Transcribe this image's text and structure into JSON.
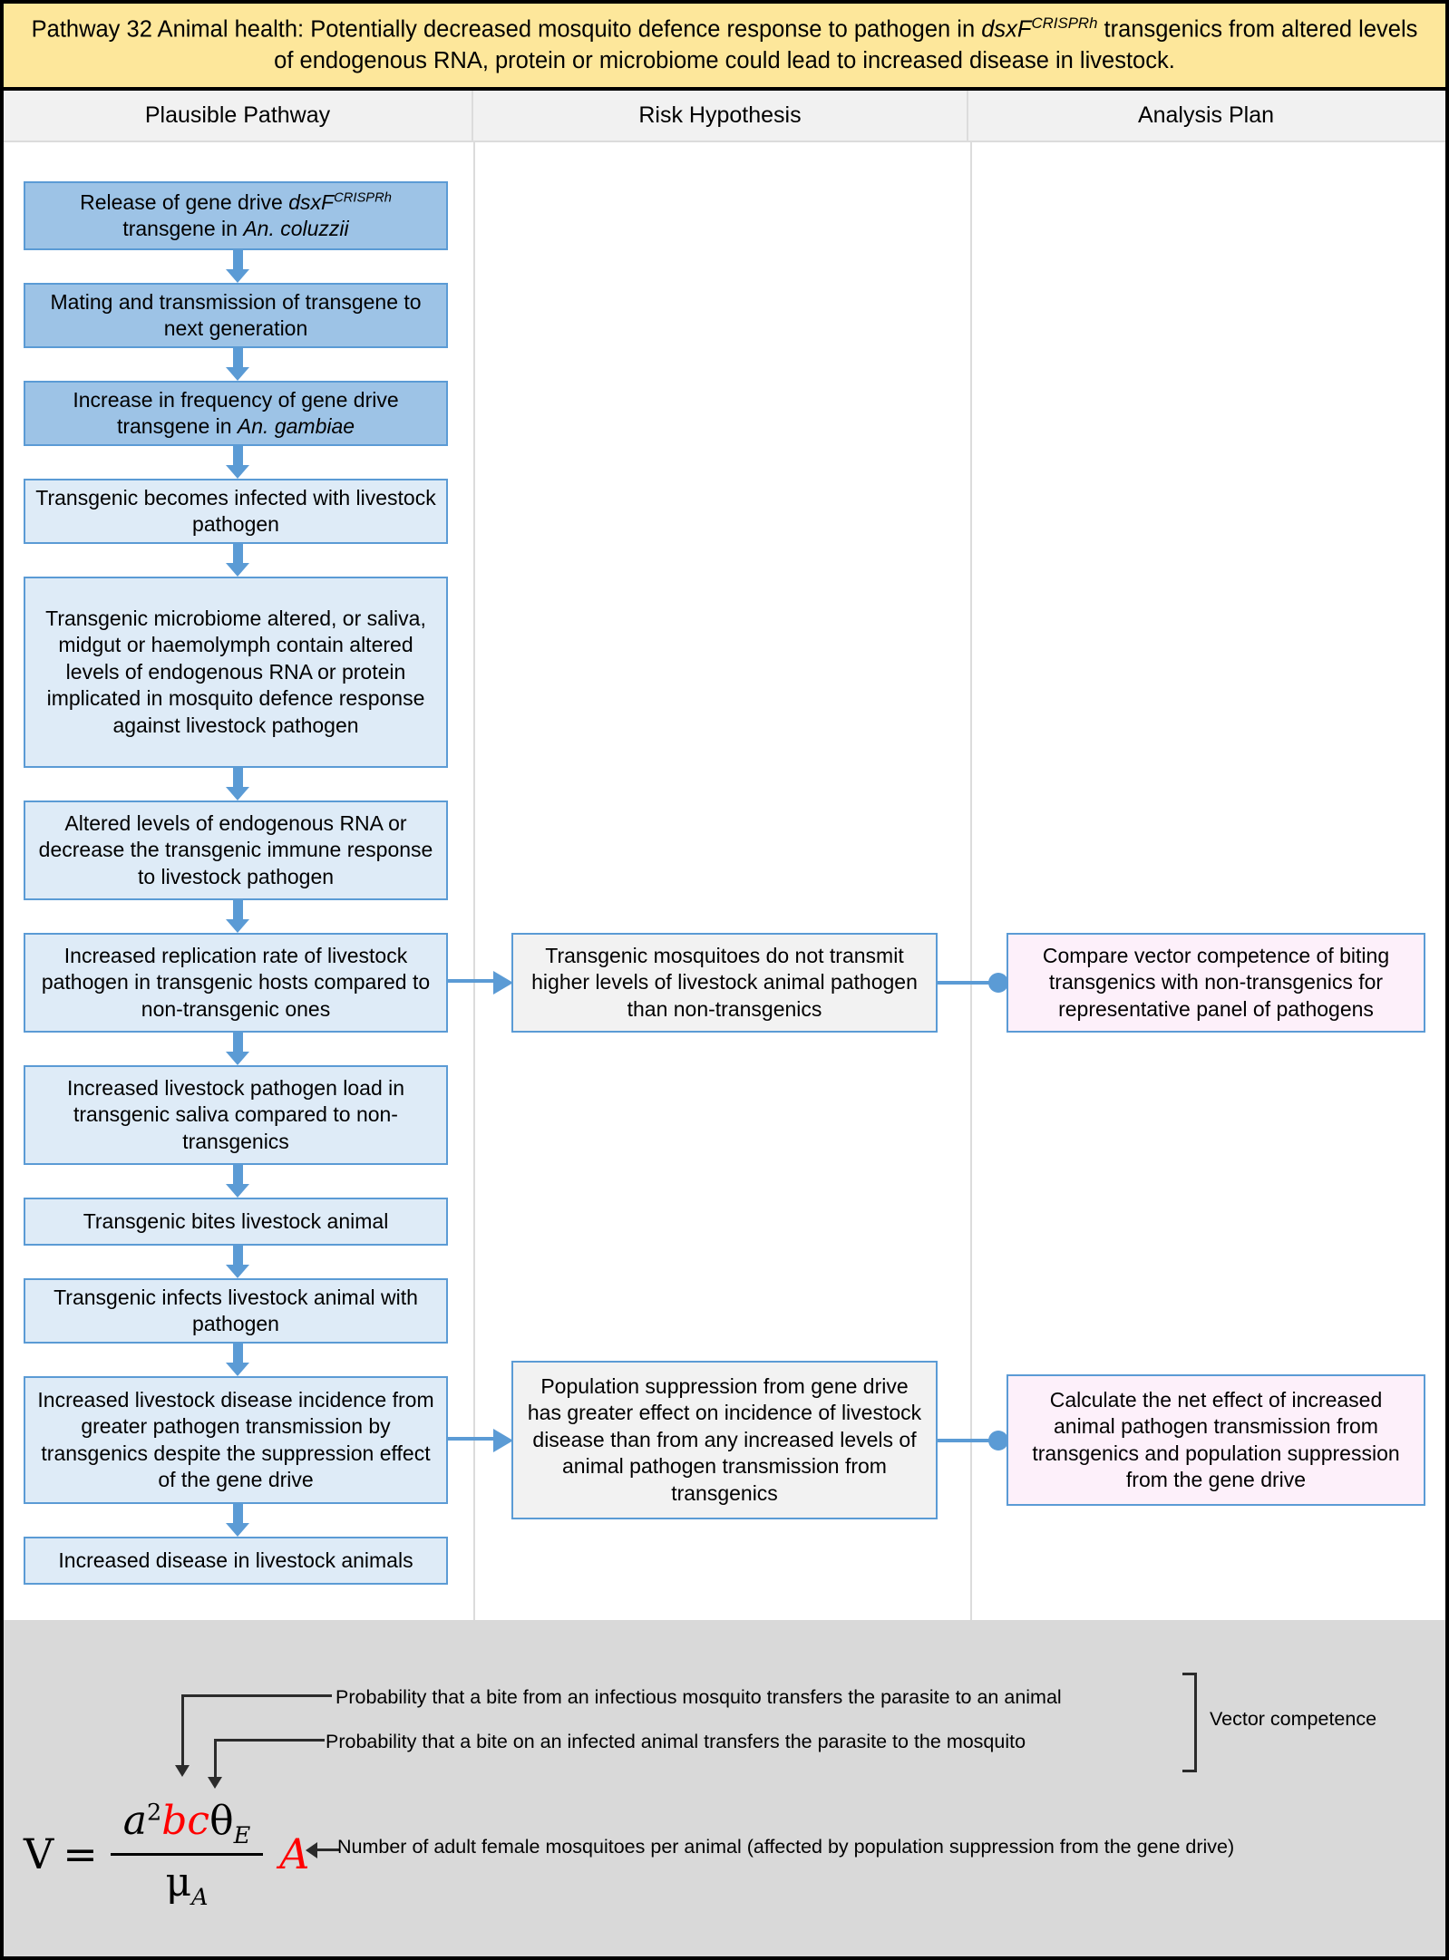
{
  "figure": {
    "title_prefix": "Pathway 32 Animal health: Potentially decreased mosquito defence response to pathogen in ",
    "title_gene": "dsxF",
    "title_gene_sup": "CRISPRh",
    "title_suffix": " transgenics from altered levels of endogenous RNA, protein or microbiome could lead to increased disease in livestock.",
    "title_full": "Pathway 32 Animal health: Potentially decreased mosquito defence response to pathogen in dsxF(CRISPRh) transgenics from altered levels of endogenous RNA, protein or microbiome could lead to increased disease in livestock."
  },
  "columns": [
    {
      "key": "plausible_pathway",
      "label": "Plausible Pathway"
    },
    {
      "key": "risk_hypothesis",
      "label": "Risk Hypothesis"
    },
    {
      "key": "analysis_plan",
      "label": "Analysis Plan"
    }
  ],
  "pathway_boxes": [
    {
      "id": "release-gene-drive",
      "shade": "dark",
      "text_before": "Release of gene drive ",
      "gene": "dsxF",
      "gene_sup": "CRISPRh",
      "text_mid": " transgene in ",
      "species": "An. coluzzii",
      "text_after": "",
      "text_plain": "Release of gene drive dsxF(CRISPRh) transgene in An. coluzzii"
    },
    {
      "id": "mating-transmission",
      "shade": "dark",
      "text_plain": "Mating and transmission of transgene to next generation"
    },
    {
      "id": "increase-frequency",
      "shade": "dark",
      "text_before": "Increase in frequency of gene drive transgene in ",
      "species": "An. gambiae",
      "text_plain": "Increase in frequency of gene drive transgene in An. gambiae"
    },
    {
      "id": "transgenic-infected",
      "shade": "light",
      "text_plain": "Transgenic becomes infected with livestock pathogen"
    },
    {
      "id": "microbiome-altered",
      "shade": "light",
      "text_plain": "Transgenic microbiome altered, or saliva, midgut or haemolymph contain altered levels of endogenous RNA or protein implicated in mosquito defence response against livestock pathogen"
    },
    {
      "id": "decrease-immune-response",
      "shade": "light",
      "text_plain": "Altered levels of endogenous RNA or decrease the transgenic immune response to livestock pathogen"
    },
    {
      "id": "increased-replication-rate",
      "shade": "light",
      "text_plain": "Increased replication rate of livestock pathogen in transgenic hosts compared to non-transgenic ones"
    },
    {
      "id": "increased-saliva-load",
      "shade": "light",
      "text_plain": "Increased livestock pathogen load in transgenic saliva compared to non-transgenics"
    },
    {
      "id": "transgenic-bites",
      "shade": "light",
      "text_plain": "Transgenic bites livestock animal"
    },
    {
      "id": "transgenic-infects",
      "shade": "light",
      "text_plain": "Transgenic infects livestock animal with pathogen"
    },
    {
      "id": "increased-disease-incidence",
      "shade": "light",
      "text_plain": "Increased livestock disease incidence from greater pathogen transmission by transgenics despite the suppression effect of the gene drive"
    },
    {
      "id": "increased-disease-livestock",
      "shade": "light",
      "text_plain": "Increased disease in livestock animals"
    }
  ],
  "risk_hypotheses": [
    {
      "id": "rh-vector-competence",
      "text_plain": "Transgenic mosquitoes do not transmit higher levels of livestock animal pathogen than non-transgenics"
    },
    {
      "id": "rh-population-suppression",
      "text_plain": "Population suppression from gene drive has greater effect on incidence of livestock disease than from any increased levels of animal pathogen transmission from transgenics"
    }
  ],
  "analysis_plans": [
    {
      "id": "ap-compare-vector-competence",
      "text_plain": "Compare vector competence of biting transgenics with non-transgenics for representative panel of pathogens"
    },
    {
      "id": "ap-calculate-net-effect",
      "text_plain": "Calculate the net effect of increased animal pathogen transmission from transgenics and population suppression from the gene drive"
    }
  ],
  "formula_panel": {
    "annotation_b": "Probability that a bite from an infectious mosquito transfers the parasite to an animal",
    "annotation_c": "Probability that a bite on an infected animal transfers the parasite to the mosquito",
    "annotation_A": "Number of adult female mosquitoes per animal (affected by population suppression from the gene drive)",
    "bracket_label": "Vector competence",
    "equation": {
      "lhs": "V",
      "equals": "=",
      "numerator_a": "a",
      "numerator_a_sup": "2",
      "numerator_bc": "bc",
      "numerator_theta": "θ",
      "numerator_theta_sub": "E",
      "denominator_mu": "μ",
      "denominator_mu_sub": "A",
      "trailing_A": "A",
      "plain": "V = a^2 b c θ_E / μ_A  ·  A"
    },
    "colors": {
      "red_terms": "#ff0000",
      "panel_background": "#d9d9d9"
    }
  },
  "colors": {
    "title_banner": "#fde79b",
    "pathway_dark": "#9dc3e6",
    "pathway_light": "#deebf7",
    "risk_box": "#f2f2f2",
    "analysis_box": "#fdf0fa",
    "box_border": "#5b9bd5",
    "arrow": "#5b9bd5",
    "header_row": "#f1f1f1"
  }
}
